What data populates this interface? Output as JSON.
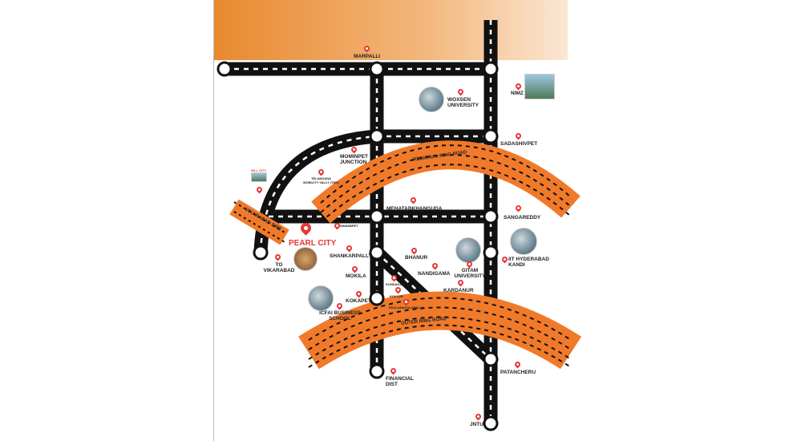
{
  "project": {
    "name": "PEARL CITY"
  },
  "roads": {
    "regional": "REGIONAL RING ROAD",
    "outer": "OUTER RING ROAD",
    "vikarabad": "VIKARABAD ORR"
  },
  "places": {
    "marpalli": "MARPALLI",
    "nimz": "NIMZ",
    "woxsen": "WOXSEN UNIVERSITY",
    "sadashivpet": "SADASHIVPET",
    "mominpet": "MOMINPET JUNCTION",
    "tmv": "TELANGANA MOBILITY VALLY (TMV)",
    "hillcity": "HILL CITY",
    "mehatab": "MEHATABKHANGUDA",
    "sangareddy": "SANGAREDDY",
    "nawabpet": "NAWABPET",
    "vikarabad": "TO VIKARABAD",
    "shankarpally": "SHANKARPALLY",
    "bhanur": "BHANUR",
    "nandigama": "NANDIGAMA",
    "gitam": "GITAM UNIVERSITY",
    "iith": "IIT HYDERABAD KANDI",
    "mokila": "MOKILA",
    "kondakal": "KONDAKAL",
    "kollur": "KOLLUR",
    "kardanur": "KARDANUR",
    "kokapet": "KOKAPET",
    "edulanagulapally": "EDULANAGULAPALLY",
    "icfai": "ICFAI BUSINESS SCHOOL",
    "patancheru": "PATANCHERU",
    "financial": "FINANCIAL DIST",
    "jntu": "JNTU"
  },
  "colors": {
    "road": "#111111",
    "ring": "#f07a2a",
    "pin": "#e53935"
  }
}
